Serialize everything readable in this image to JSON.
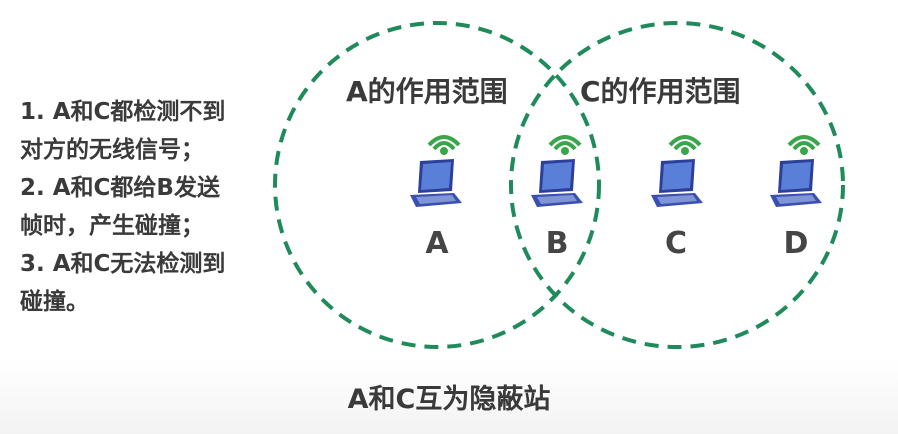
{
  "notes": {
    "lines": [
      "1. A和C都检测不到",
      "对方的无线信号；",
      "2. A和C都给B发送",
      "帧时，产生碰撞；",
      "3. A和C无法检测到",
      "碰撞。"
    ]
  },
  "ranges": {
    "a_label": "A的作用范围",
    "c_label": "C的作用范围",
    "circle_color": "#1f8a5a"
  },
  "nodes": [
    {
      "label": "A"
    },
    {
      "label": "B"
    },
    {
      "label": "C"
    },
    {
      "label": "D"
    }
  ],
  "caption": "A和C互为隐蔽站",
  "icons": {
    "laptop": "laptop-icon",
    "wifi": "wifi-signal-icon",
    "wifi_color": "#3aa54a",
    "laptop_color": "#3a4fb0"
  }
}
